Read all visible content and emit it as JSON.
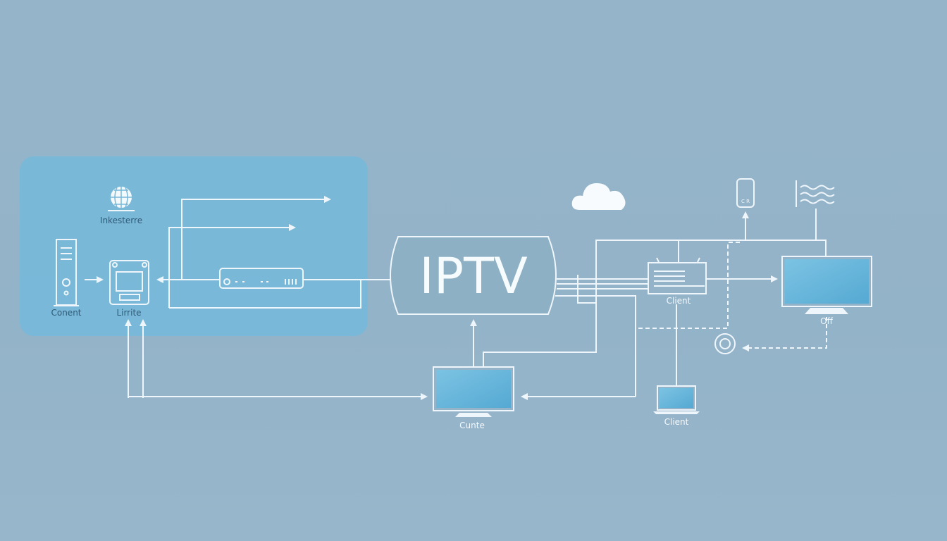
{
  "title": "IPTV",
  "labels": {
    "internet": "Inkesterre",
    "content": "Conent",
    "device": "Lirrite",
    "client_top": "Client",
    "tv_right": "Off",
    "client_laptop": "Client",
    "tv_bottom": "Cunte",
    "small_box": "C R"
  },
  "colors": {
    "background": "#93b3c9",
    "panel": "#76b7d8",
    "line": "#eef6fb",
    "screen": "#62b1d8"
  }
}
